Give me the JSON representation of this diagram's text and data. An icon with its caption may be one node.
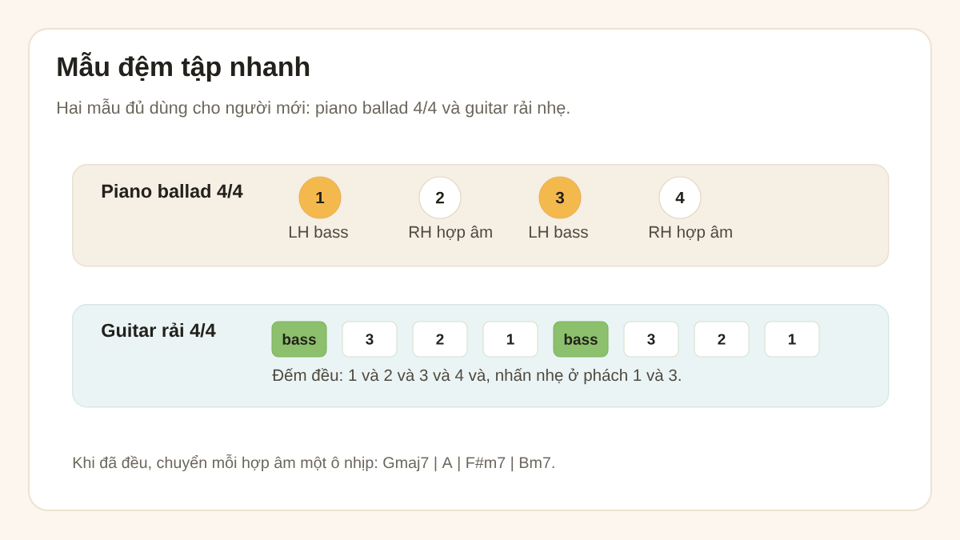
{
  "diagram": {
    "title": "Mẫu đệm tập nhanh",
    "nodes": [
      {
        "text": [
          "Piano ballad 4/4"
        ]
      },
      {
        "text": [
          "1"
        ],
        "in": 0,
        "beside": [
          "LH bass"
        ]
      },
      {
        "text": [
          "2"
        ],
        "in": 0,
        "beside": [
          "RH hợp âm"
        ]
      },
      {
        "text": [
          "3"
        ],
        "in": 0,
        "beside": [
          "LH bass"
        ]
      },
      {
        "text": [
          "4"
        ],
        "in": 0,
        "beside": [
          "RH hợp âm"
        ]
      },
      {
        "text": [
          "Guitar rải 4/4",
          "Đếm đều: 1 và 2 và 3 và 4 và, nhấn nhẹ ở phách 1 và 3."
        ]
      },
      {
        "text": [
          "bass"
        ],
        "in": 5
      },
      {
        "text": [
          "3"
        ],
        "in": 5
      },
      {
        "text": [
          "2"
        ],
        "in": 5
      },
      {
        "text": [
          "1"
        ],
        "in": 5
      },
      {
        "text": [
          "bass"
        ],
        "in": 5
      },
      {
        "text": [
          "3"
        ],
        "in": 5
      },
      {
        "text": [
          "2"
        ],
        "in": 5
      },
      {
        "text": [
          "1"
        ],
        "in": 5
      }
    ],
    "labels": [
      "Hai mẫu đủ dùng cho người mới: piano ballad 4/4 và guitar rải nhẹ.",
      "Khi đã đều, chuyển mỗi hợp âm một ô nhịp: Gmaj7 | A | F#m7 | Bm7."
    ]
  }
}
